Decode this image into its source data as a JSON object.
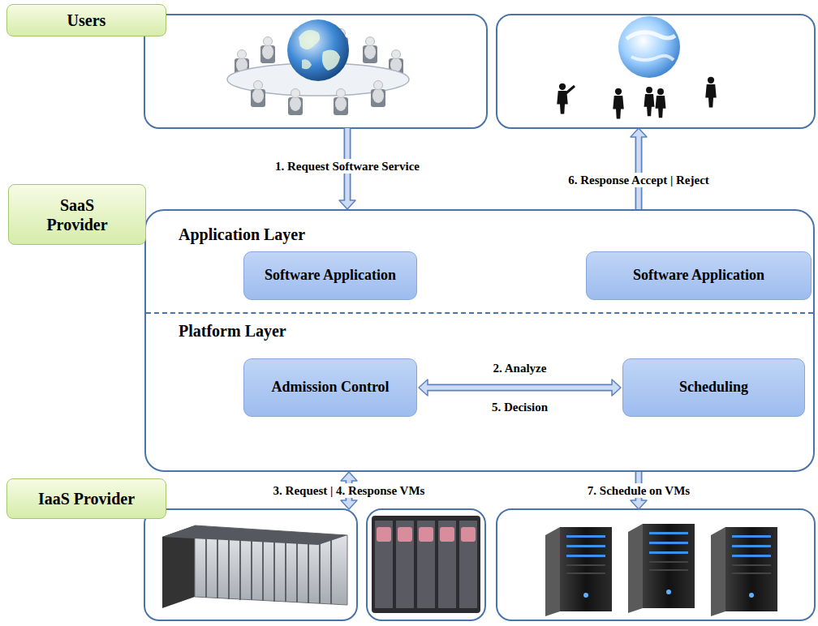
{
  "diagram": {
    "nodes": [
      {
        "text": [
          "Users"
        ]
      },
      {
        "text": [
          "SaaS Provider"
        ]
      },
      {
        "text": [
          "Application Layer"
        ],
        "in": 1
      },
      {
        "text": [
          "Software Application"
        ],
        "in": 2
      },
      {
        "text": [
          "Software Application"
        ],
        "in": 2
      },
      {
        "text": [
          "Platform Layer"
        ],
        "in": 1
      },
      {
        "text": [
          "Admission Control"
        ],
        "in": 5
      },
      {
        "text": [
          "Scheduling"
        ],
        "in": 5
      },
      {
        "text": [
          "IaaS Provider"
        ]
      }
    ],
    "edges": [
      {
        "from": 0,
        "to": 1,
        "arrow": "to",
        "label": "1. Request Software Service"
      },
      {
        "from": 1,
        "to": 0,
        "arrow": "to",
        "label": "6. Response Accept | Reject"
      },
      {
        "from": 6,
        "to": 7,
        "arrow": "both",
        "label": "2. Analyze"
      },
      {
        "from": 1,
        "to": 8,
        "arrow": "both",
        "label": "3. Request | 4. Response VMs"
      },
      {
        "from": 1,
        "to": 8,
        "arrow": "to",
        "label": "7. Schedule on VMs"
      }
    ],
    "labels": [
      "5. Decision"
    ]
  }
}
